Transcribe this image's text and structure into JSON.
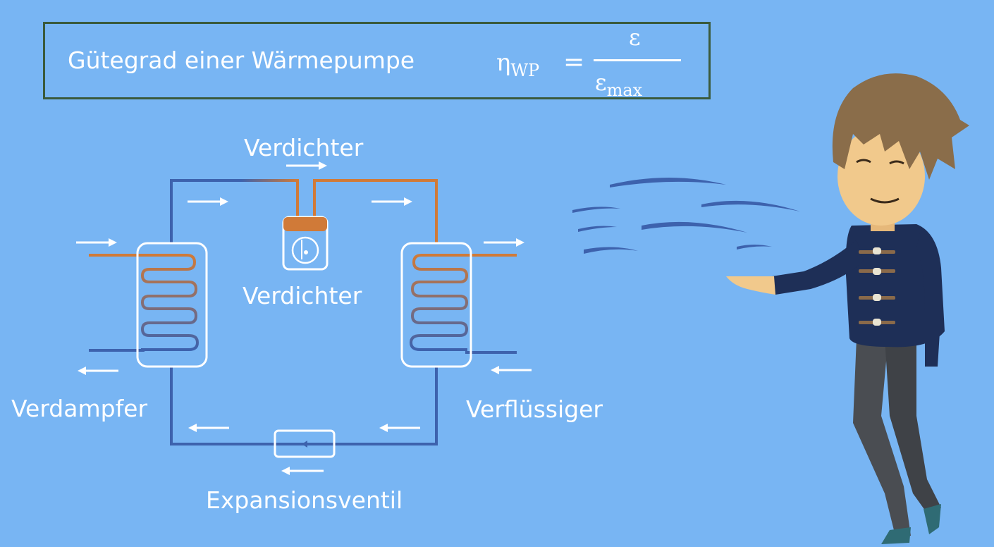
{
  "header": {
    "title": "Gütegrad einer Wärmepumpe",
    "formula": {
      "symbol": "η",
      "subscript": "WP",
      "equals": "=",
      "numerator": "ε",
      "denominator": "ε",
      "denominator_subscript": "max"
    }
  },
  "diagram": {
    "labels": {
      "compressor_top": "Verdichter",
      "compressor": "Verdichter",
      "evaporator": "Verdampfer",
      "condenser": "Verflüssiger",
      "expansion_valve": "Expansionsventil"
    },
    "colors": {
      "background": "#78b5f3",
      "hot_pipe": "#d07a38",
      "cold_pipe": "#3d62ad",
      "arrow": "#ffffff",
      "frame": "#3a5a3c"
    }
  },
  "character": {
    "icon": "presenter-character",
    "wind_icon": "wind-gust-icon"
  }
}
